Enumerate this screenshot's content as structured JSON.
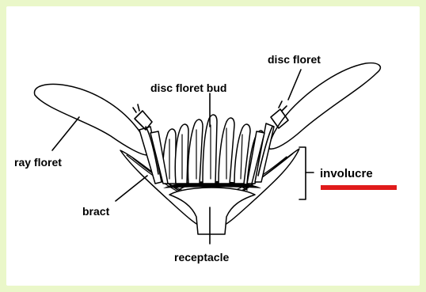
{
  "labels": {
    "disc_floret": "disc floret",
    "disc_floret_bud": "disc floret bud",
    "ray_floret": "ray floret",
    "bract": "bract",
    "receptacle": "receptacle",
    "involucre": "involucre"
  },
  "colors": {
    "background": "#eaf7c9",
    "panel": "#ffffff",
    "accent_underline": "#e01b1b"
  }
}
